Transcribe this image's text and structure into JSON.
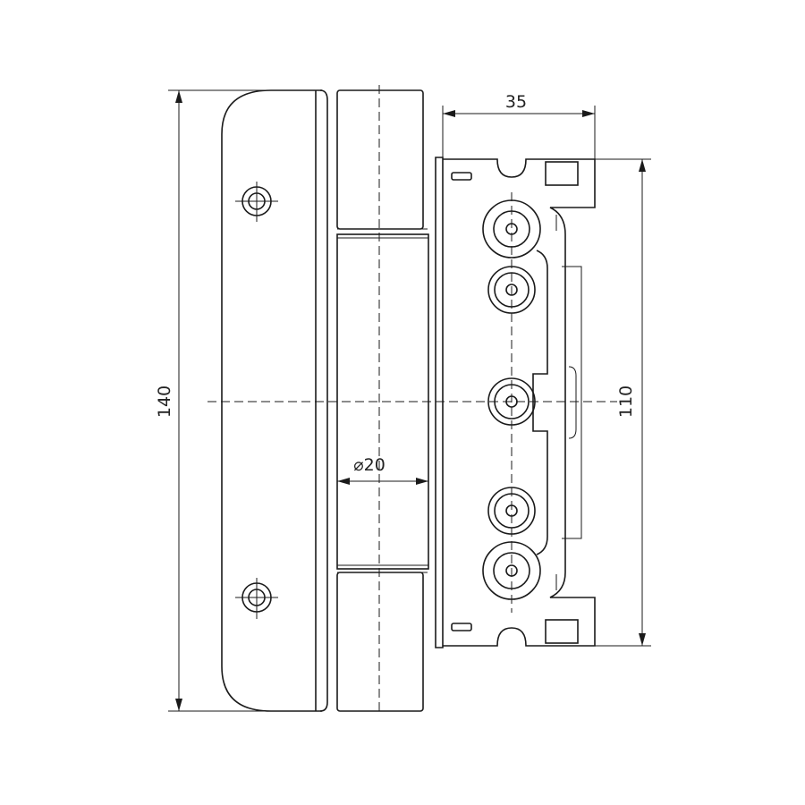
{
  "dimensions": {
    "width_top": "35",
    "height_left": "140",
    "height_right": "110",
    "diameter": "⌀20"
  }
}
